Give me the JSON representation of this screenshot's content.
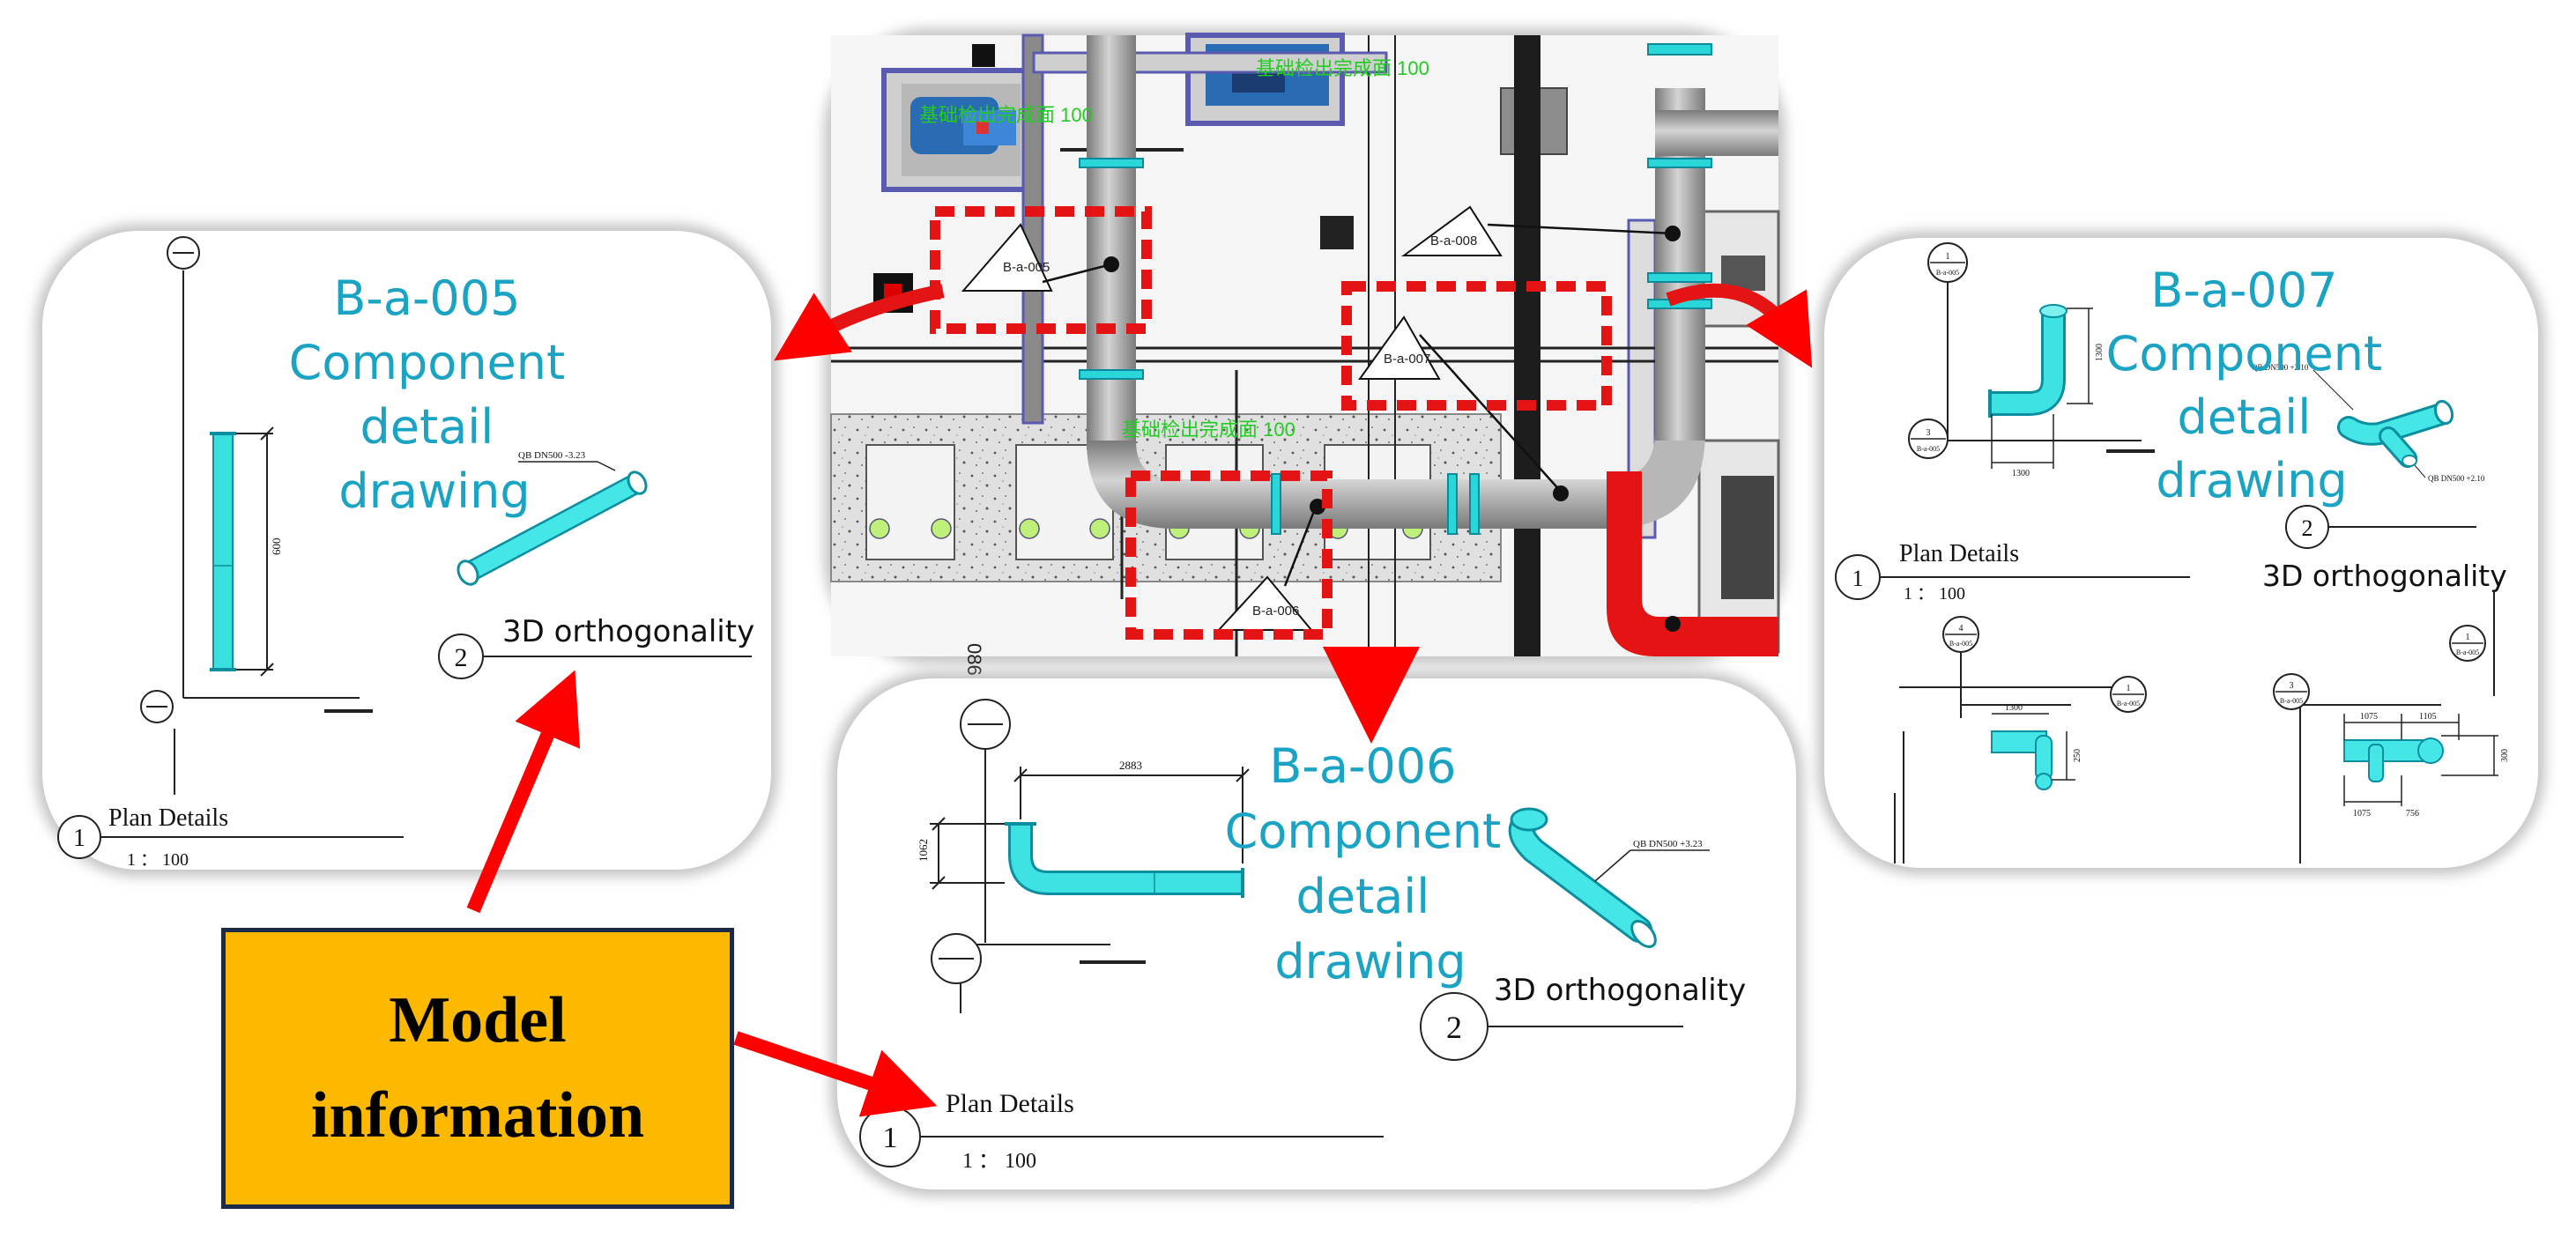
{
  "center_plan": {
    "tags": [
      "B-a-005",
      "B-a-006",
      "B-a-007",
      "B-a-008"
    ],
    "green_labels": [
      "基础检出完成面 100",
      "基础检出完成面 100",
      "基础检出完成面 100"
    ],
    "side_label": "086"
  },
  "detail_005": {
    "title": "B-a-005\nComponent\ndetail\ndrawing",
    "ortho_num": "2",
    "ortho_label": "3D orthogonality",
    "plan_num": "1",
    "plan_label": "Plan Details",
    "scale": "1 ： 100",
    "dimension": "600",
    "annotation": "QB DN500 -3.23"
  },
  "detail_006": {
    "title": "B-a-006\nComponent\ndetail\ndrawing",
    "ortho_num": "2",
    "ortho_label": "3D orthogonality",
    "plan_num": "1",
    "plan_label": "Plan Details",
    "scale": "1 ： 100",
    "dim_h": "2883",
    "dim_v": "1062",
    "annotation": "QB DN500 +3.23"
  },
  "detail_007": {
    "title": "B-a-007\nComponent\ndetail\ndrawing",
    "ortho_num": "2",
    "ortho_label": "3D orthogonality",
    "plan_num": "1",
    "plan_label": "Plan Details",
    "scale": "1 ： 100",
    "dims": [
      "1300",
      "1300",
      "1300",
      "1075",
      "1075",
      "1105",
      "756",
      "300",
      "250"
    ],
    "annotations": [
      "QB DN500 +2.10",
      "QB DN500 +2.10"
    ],
    "markers": [
      "1",
      "B-a-005",
      "3",
      "B-a-005",
      "4",
      "B-a-005",
      "1",
      "B-a-005",
      "3",
      "B-a-005",
      "1",
      "B-a-005"
    ]
  },
  "callout": {
    "label": "Model\ninformation"
  }
}
